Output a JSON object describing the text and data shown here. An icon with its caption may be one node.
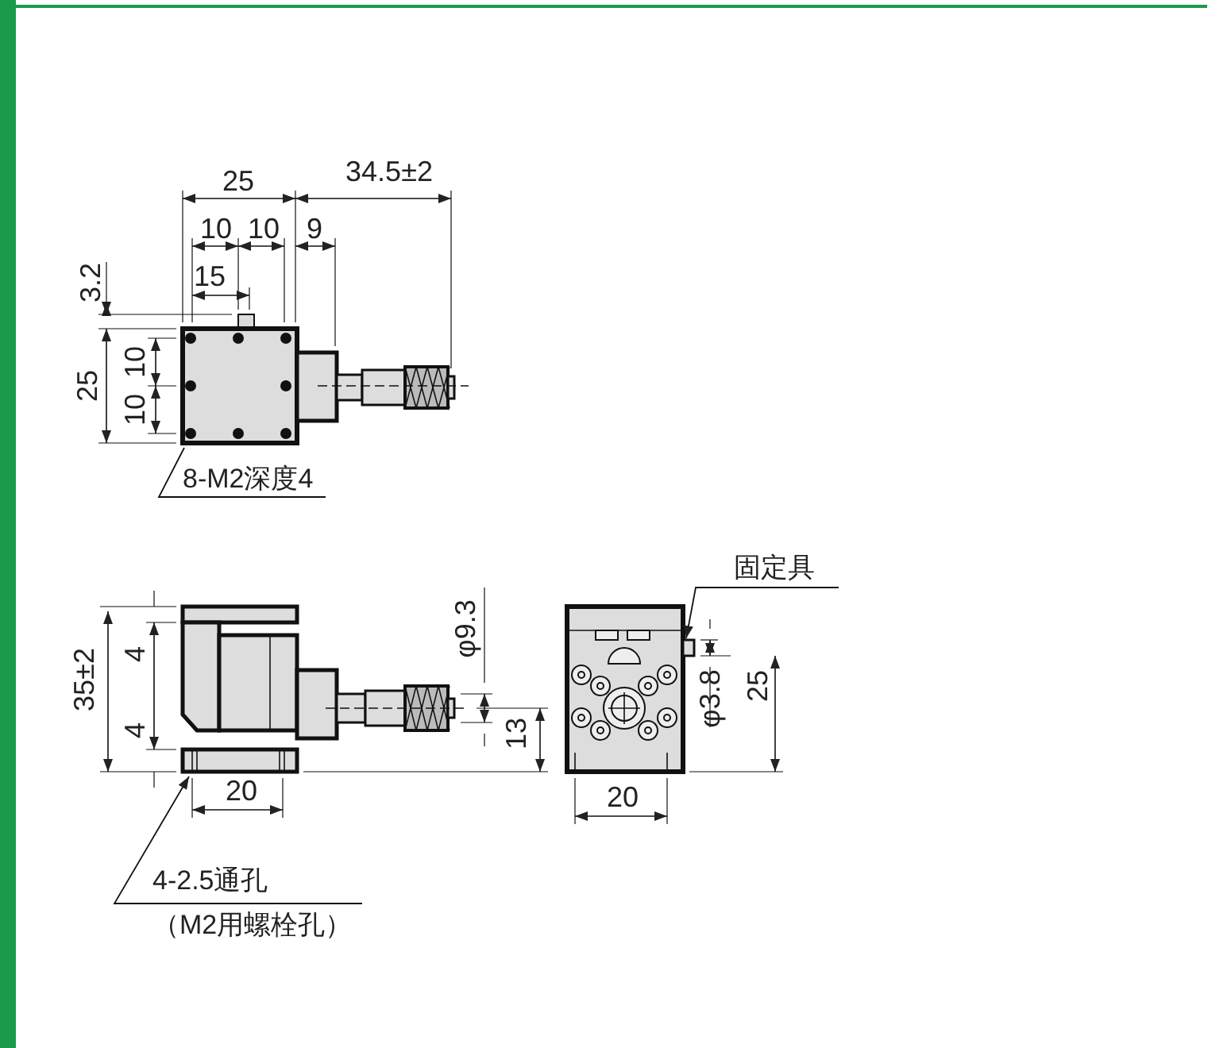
{
  "diagram": {
    "nodes": [
      {
        "text": [
          "8-M2深度4"
        ]
      },
      {
        "text": [
          "4-2.5通孔",
          "（M2用螺栓孔）"
        ]
      },
      {
        "text": [
          "固定具"
        ]
      },
      {
        "text": [],
        "shape": "picture"
      },
      {
        "text": [],
        "shape": "picture"
      },
      {
        "text": [],
        "shape": "picture"
      }
    ],
    "edges": [
      {
        "from": 0,
        "to": 3,
        "arrow": "none"
      },
      {
        "from": 1,
        "to": 4,
        "arrow": "to"
      },
      {
        "from": 2,
        "to": 5,
        "arrow": "to"
      }
    ],
    "labels": [
      "25",
      "34.5±2",
      "10",
      "10",
      "9",
      "15",
      "3.2",
      "25",
      "10",
      "10",
      "4",
      "35±2",
      "4",
      "φ9.3",
      "13",
      "20",
      "φ3.8",
      "25",
      "20"
    ]
  }
}
